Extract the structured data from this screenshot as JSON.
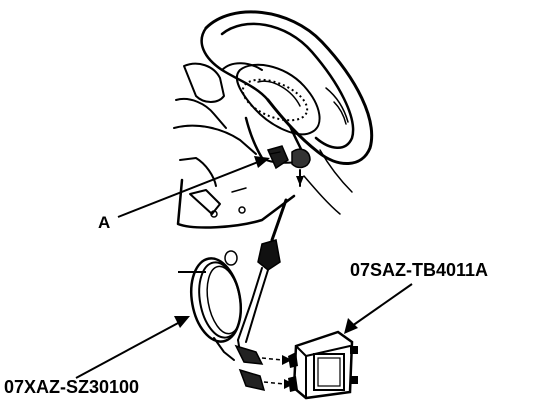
{
  "callouts": {
    "part_a": "A",
    "tool_right": "07SAZ-TB4011A",
    "tool_left": "07XAZ-SZ30100"
  }
}
